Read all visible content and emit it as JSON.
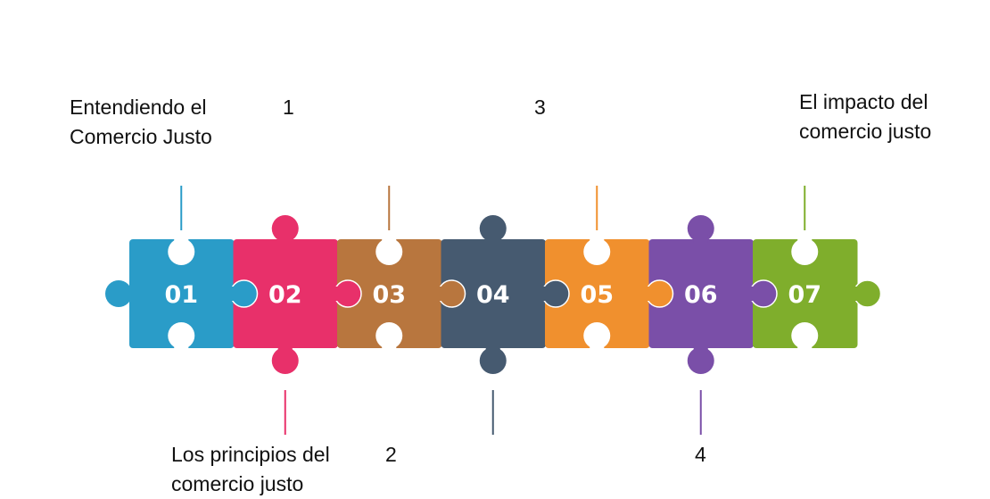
{
  "labels": {
    "top_left": "Entendiendo el\nComercio Justo",
    "top_1": "1",
    "top_3": "3",
    "top_right": "El impacto del\ncomercio justo",
    "bottom_left": "Los principios del\ncomercio justo",
    "bottom_2": "2",
    "bottom_4": "4"
  },
  "pieces": [
    {
      "number": "01",
      "color": "#2a9cc8"
    },
    {
      "number": "02",
      "color": "#e8306a"
    },
    {
      "number": "03",
      "color": "#b8763e"
    },
    {
      "number": "04",
      "color": "#465a70"
    },
    {
      "number": "05",
      "color": "#f0902e"
    },
    {
      "number": "06",
      "color": "#7a4fa8"
    },
    {
      "number": "07",
      "color": "#7fae2c"
    }
  ]
}
